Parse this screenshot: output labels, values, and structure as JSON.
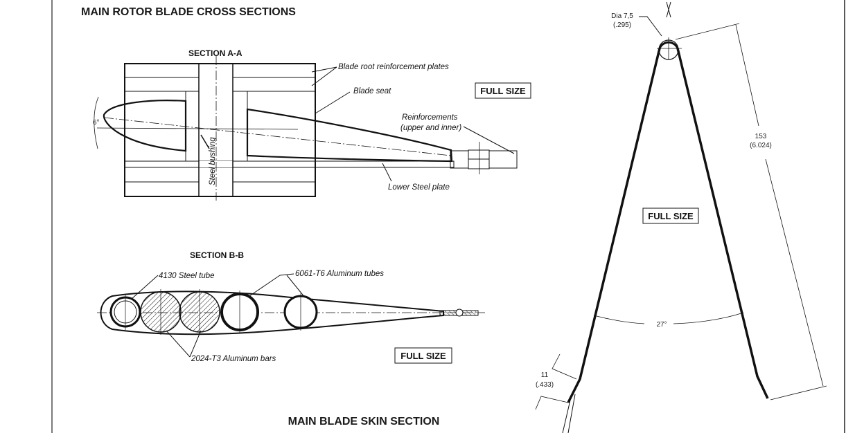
{
  "title": "MAIN ROTOR BLADE CROSS SECTIONS",
  "section_a": {
    "label": "SECTION A-A",
    "angle": "6°",
    "callouts": {
      "root_plates": "Blade root reinforcement plates",
      "blade_seat": "Blade seat",
      "reinforcements_1": "Reinforcements",
      "reinforcements_2": "(upper and inner)",
      "lower_plate": "Lower Steel plate",
      "bushing": "Steel bushing"
    },
    "scale": "FULL SIZE"
  },
  "section_b": {
    "label": "SECTION B-B",
    "callouts": {
      "steel_tube": "4130 Steel tube",
      "al_tubes": "6061-T6 Aluminum tubes",
      "al_bars": "2024-T3 Aluminum bars"
    },
    "scale": "FULL SIZE"
  },
  "skin_section": {
    "title": "MAIN BLADE SKIN SECTION",
    "scale": "FULL SIZE",
    "dia_1": "Dia 7,5",
    "dia_2": "(.295)",
    "length_1": "153",
    "length_2": "(6.024)",
    "angle": "27°",
    "tab_1": "11",
    "tab_2": "(.433)"
  }
}
